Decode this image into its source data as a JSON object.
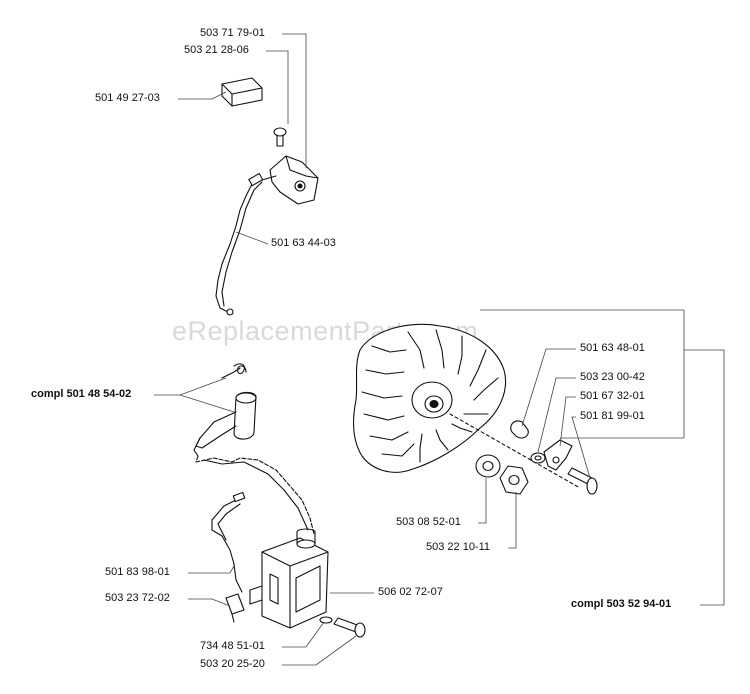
{
  "watermark": "eReplacementParts.com",
  "labels": {
    "p1": "503 71 79-01",
    "p2": "503 21 28-06",
    "p3": "501 49 27-03",
    "p4": "501 63 44-03",
    "p5": "compl 501 48 54-02",
    "p6": "501 63 48-01",
    "p7": "503 23 00-42",
    "p8": "501 67 32-01",
    "p9": "501 81 99-01",
    "p10": "503 08 52-01",
    "p11": "503 22 10-11",
    "p12": "501 83 98-01",
    "p13": "506 02 72-07",
    "p14": "503 23 72-02",
    "p15": "compl 503 52 94-01",
    "p16": "734 48 51-01",
    "p17": "503 20 25-20"
  }
}
